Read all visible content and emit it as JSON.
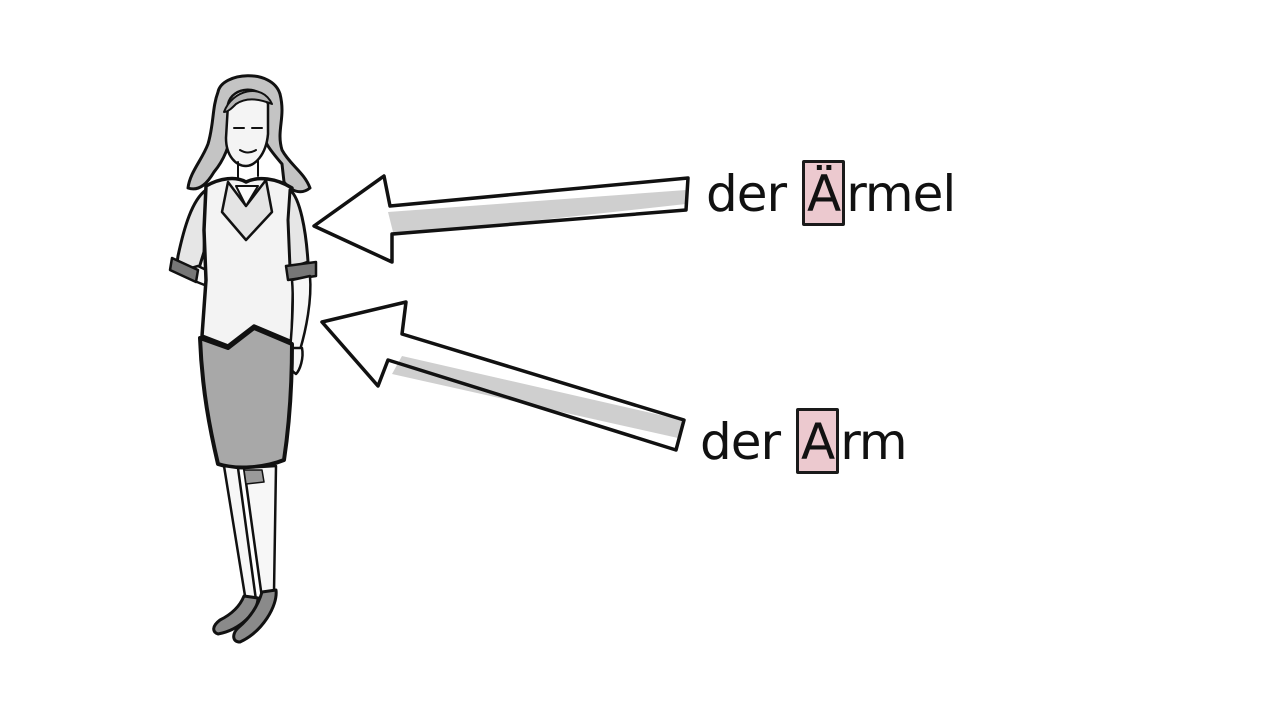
{
  "labels": {
    "aermel": {
      "article": "der",
      "highlight": "Ä",
      "rest": "rmel"
    },
    "arm": {
      "article": "der",
      "highlight": "A",
      "rest": "rm"
    }
  },
  "colors": {
    "highlight_fill": "#ecc9cf",
    "outline": "#111111",
    "arrow_shade": "#cfcfcf",
    "skirt": "#a8a8a8"
  },
  "figure": "woman-in-blazer-and-skirt"
}
